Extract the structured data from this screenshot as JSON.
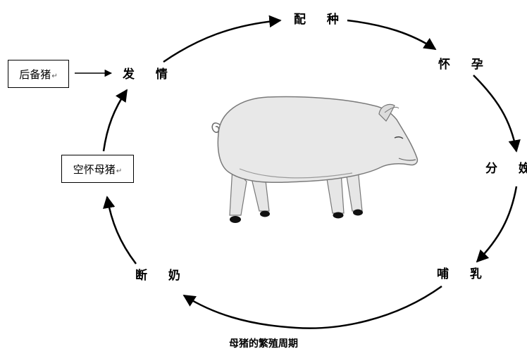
{
  "diagram": {
    "nodes": {
      "mating": "配 种",
      "pregnancy": "怀 孕",
      "farrowing": "分 娩",
      "lactation": "哺 乳",
      "weaning": "断 奶",
      "estrus": "发 情"
    },
    "inputs": {
      "gilt": "后备猪",
      "empty_sow": "空怀母猪",
      "return_mark": "↵"
    },
    "caption": "母猪的繁殖周期"
  }
}
